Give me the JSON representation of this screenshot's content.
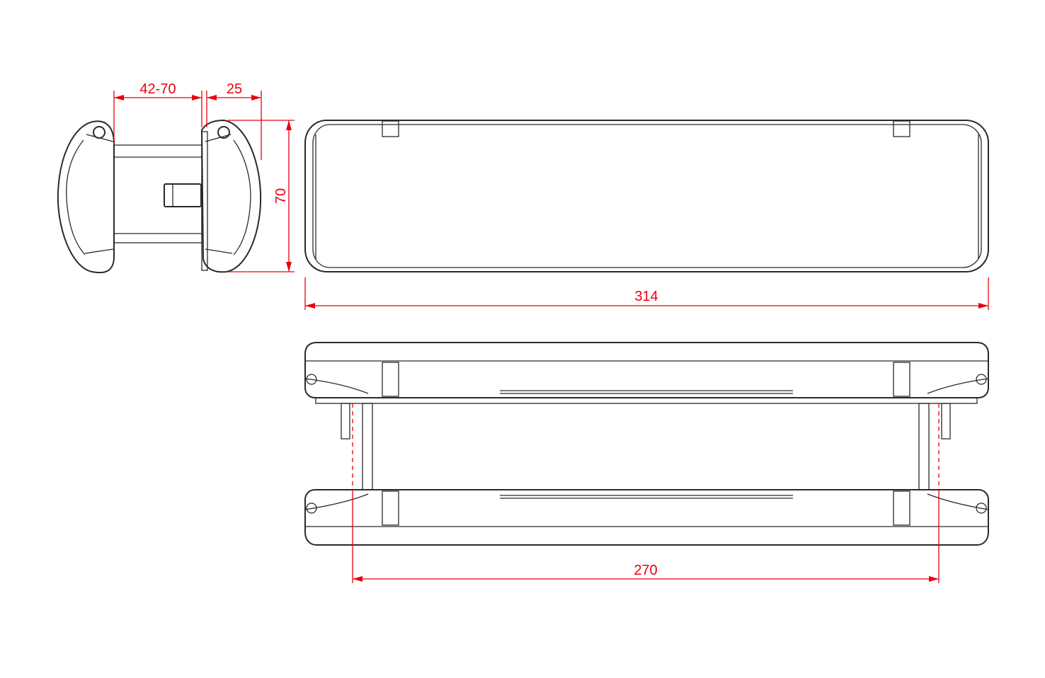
{
  "drawing": {
    "dimensions": {
      "gap": "42-70",
      "depth": "25",
      "height": "70",
      "overall_length": "314",
      "centres": "270"
    },
    "colors": {
      "outline": "#2a2a2a",
      "dimension": "#e8000f",
      "background": "#ffffff"
    }
  }
}
